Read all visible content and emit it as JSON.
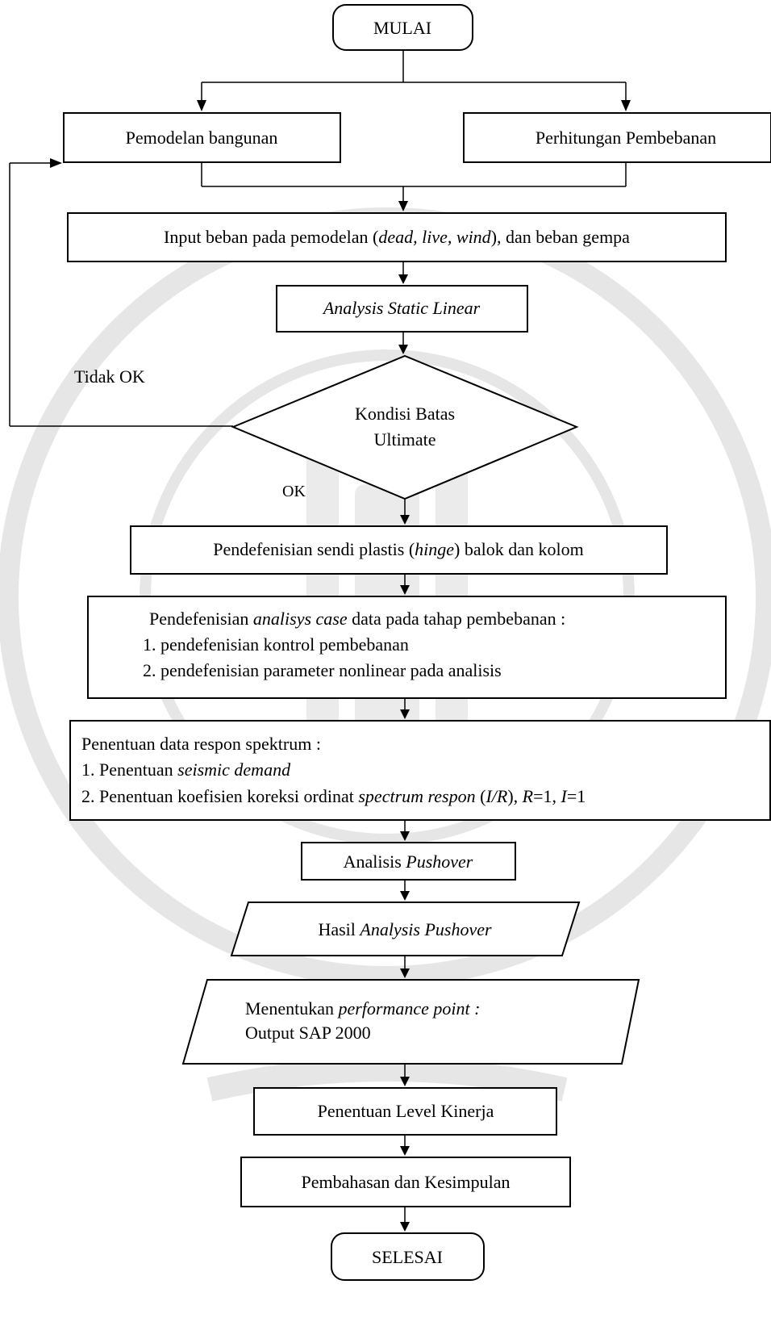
{
  "flowchart": {
    "start": "MULAI",
    "modeling": "Pemodelan bangunan",
    "loading_calc": "Perhitungan Pembebanan",
    "input_load": {
      "prefix": "Input beban pada pemodelan (",
      "italic": "dead, live, wind",
      "suffix": "), dan beban gempa"
    },
    "linear_analysis": "Analysis Static Linear",
    "decision": {
      "line1": "Kondisi Batas",
      "line2": "Ultimate"
    },
    "no_label": "Tidak OK",
    "yes_label": "OK",
    "hinge": {
      "prefix": "Pendefenisian sendi plastis (",
      "italic": "hinge",
      "suffix": ") balok dan kolom"
    },
    "analysis_case": {
      "heading_prefix": "Pendefenisian ",
      "heading_italic": "analisys case",
      "heading_suffix": " data pada tahap pembebanan :",
      "item1": "1. pendefenisian kontrol pembebanan",
      "item2": "2. pendefenisian parameter nonlinear pada analisis"
    },
    "response_spectrum": {
      "heading": "Penentuan data respon spektrum :",
      "item1_prefix": "1.  Penentuan ",
      "item1_italic": "seismic demand",
      "item2_prefix": "2.  Penentuan koefisien koreksi ordinat ",
      "item2_italic": "spectrum respon",
      "item2_open": " (",
      "item2_ir": "I/R",
      "item2_mid1": "), ",
      "item2_r": "R",
      "item2_mid2": "=1, ",
      "item2_i": "I",
      "item2_end": "=1"
    },
    "pushover": {
      "prefix": "Analisis ",
      "italic": "Pushover"
    },
    "pushover_result": {
      "prefix": "Hasil ",
      "italic": "Analysis Pushover"
    },
    "performance_point": {
      "prefix": "Menentukan ",
      "italic": "performance point :",
      "line2": "Output SAP 2000"
    },
    "performance_level": "Penentuan Level Kinerja",
    "discussion": "Pembahasan dan Kesimpulan",
    "end": "SELESAI"
  }
}
